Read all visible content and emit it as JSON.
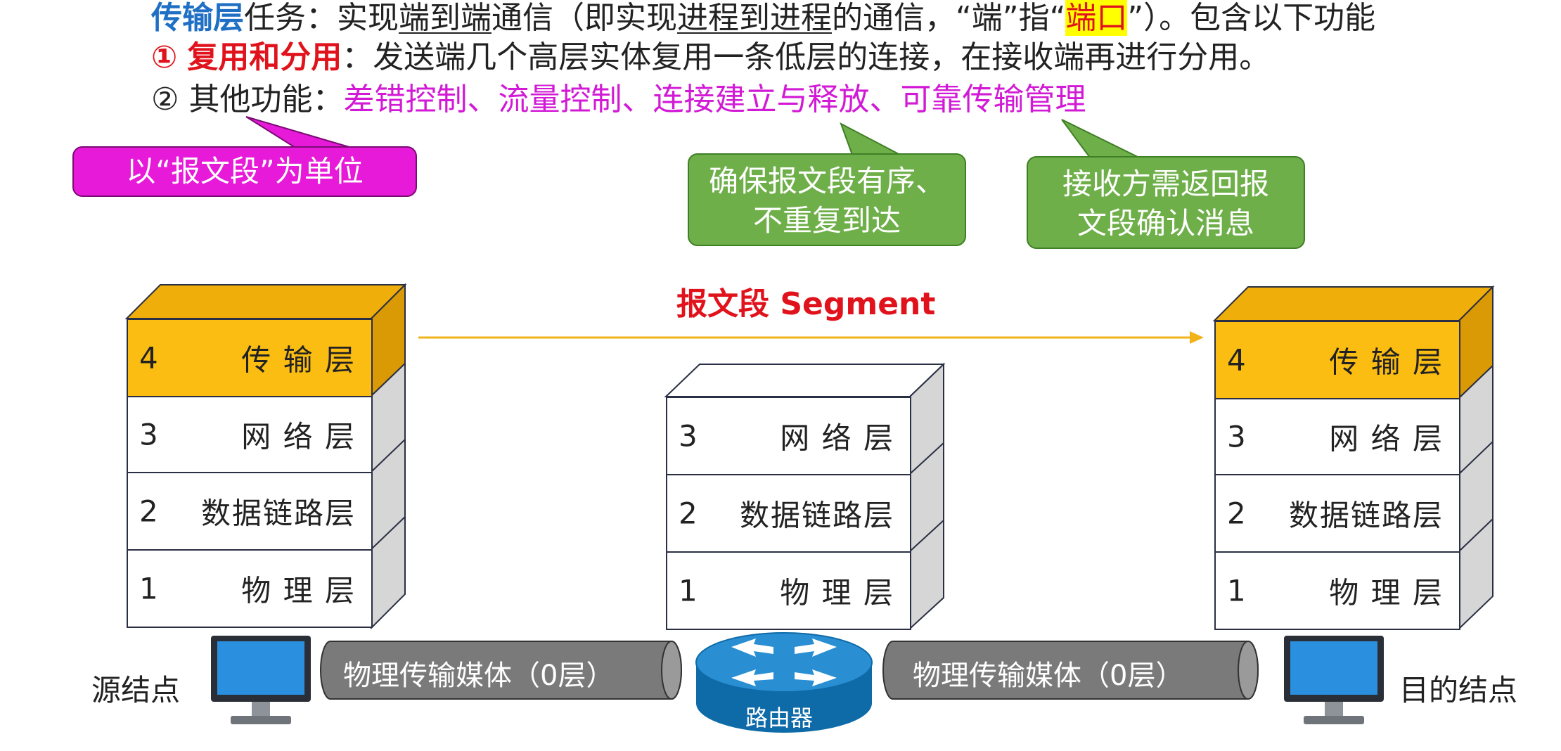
{
  "header": {
    "line1": {
      "title": "传输层",
      "t1": "任务：实现",
      "e2e": "端到端",
      "t2": "通信（即实现",
      "p2p": "进程到进程",
      "t3": "的通信，“端”指“",
      "port": "端口",
      "t4": "”）。包含以下功能"
    },
    "line2": {
      "num": "①",
      "title": "复用和分用",
      "text": "：发送端几个高层实体复用一条低层的连接，在接收端再进行分用。"
    },
    "line3": {
      "num": "②",
      "label": "其他功能：",
      "functions": "差错控制、流量控制、连接建立与释放、可靠传输管理"
    }
  },
  "callouts": {
    "unit": "以“报文段”为单位",
    "order_l1": "确保报文段有序、",
    "order_l2": "不重复到达",
    "ack_l1": "接收方需返回报",
    "ack_l2": "文段确认消息"
  },
  "segment_label": "报文段 Segment",
  "source": {
    "label": "源结点",
    "layers": [
      {
        "num": "4",
        "name": "传 输 层"
      },
      {
        "num": "3",
        "name": "网 络 层"
      },
      {
        "num": "2",
        "name": "数据链路层"
      },
      {
        "num": "1",
        "name": "物 理 层"
      }
    ]
  },
  "router": {
    "label": "路由器",
    "layers": [
      {
        "num": "3",
        "name": "网 络 层"
      },
      {
        "num": "2",
        "name": "数据链路层"
      },
      {
        "num": "1",
        "name": "物 理 层"
      }
    ]
  },
  "dest": {
    "label": "目的结点",
    "layers": [
      {
        "num": "4",
        "name": "传 输 层"
      },
      {
        "num": "3",
        "name": "网 络 层"
      },
      {
        "num": "2",
        "name": "数据链路层"
      },
      {
        "num": "1",
        "name": "物 理 层"
      }
    ]
  },
  "media": {
    "left": "物理传输媒体（0层）",
    "right": "物理传输媒体（0层）"
  },
  "colors": {
    "transport_layer": "#fbbd12",
    "callout_magenta": "#e61ad8",
    "callout_green": "#6faf4a",
    "accent_red": "#e0121b",
    "title_blue": "#1f6fc4",
    "router_blue": "#1c84c6",
    "arrow": "#f2b21a"
  }
}
